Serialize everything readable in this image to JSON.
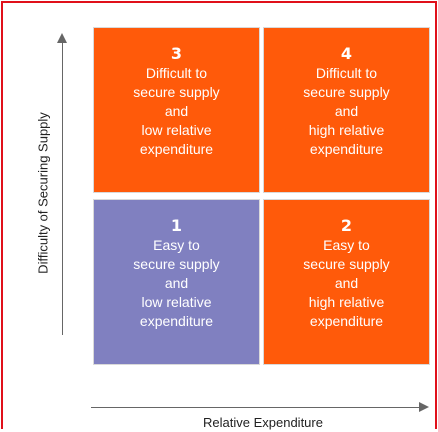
{
  "axes": {
    "y_label": "Difficulty of Securing Supply",
    "x_label": "Relative Expenditure"
  },
  "colors": {
    "frame": "#e0101a",
    "orange": "#ff5a0a",
    "purple": "#8080c0",
    "axis": "#666666"
  },
  "quadrants": [
    {
      "number": "3",
      "lines": [
        "Difficult to",
        "secure supply",
        "and",
        "low relative",
        "expenditure"
      ]
    },
    {
      "number": "4",
      "lines": [
        "Difficult to",
        "secure supply",
        "and",
        "high relative",
        "expenditure"
      ]
    },
    {
      "number": "1",
      "lines": [
        "Easy to",
        "secure supply",
        "and",
        "low relative",
        "expenditure"
      ]
    },
    {
      "number": "2",
      "lines": [
        "Easy to",
        "secure supply",
        "and",
        "high relative",
        "expenditure"
      ]
    }
  ]
}
